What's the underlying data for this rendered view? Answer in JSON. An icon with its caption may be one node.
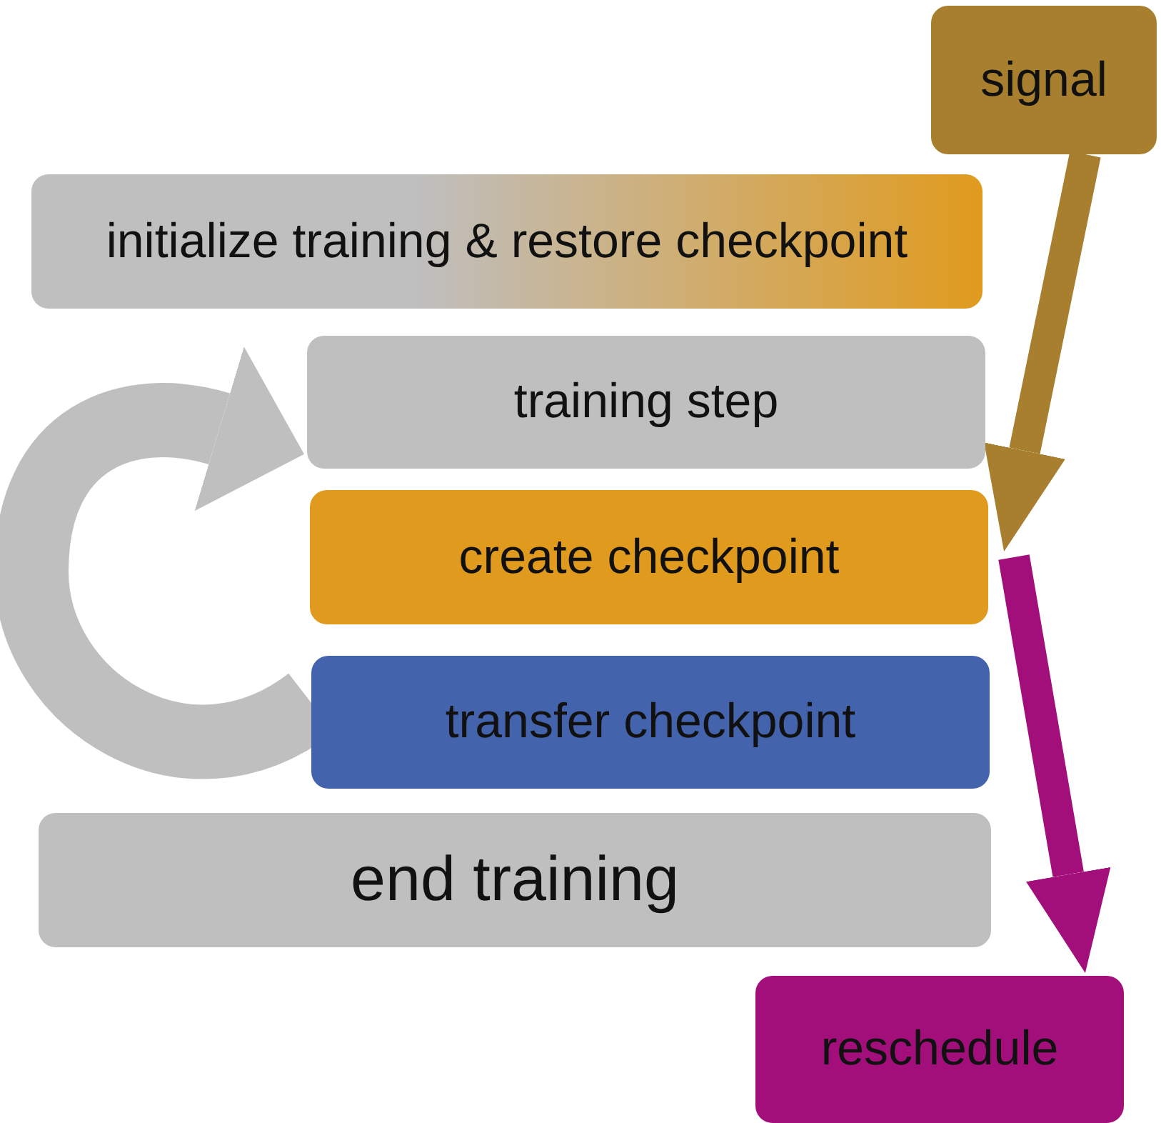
{
  "diagram": {
    "nodes": [
      {
        "text": [
          "signal"
        ]
      },
      {
        "text": [
          "initialize training & restore checkpoint"
        ]
      },
      {
        "text": [
          "training step"
        ]
      },
      {
        "text": [
          "create checkpoint"
        ]
      },
      {
        "text": [
          "transfer checkpoint"
        ]
      },
      {
        "text": [
          "end training"
        ]
      },
      {
        "text": [
          "reschedule"
        ]
      }
    ],
    "edges": [
      {
        "from": 0,
        "to": 3,
        "arrow": "to",
        "color": "#a77f2e"
      },
      {
        "from": 3,
        "to": 6,
        "arrow": "to",
        "color": "#a30f7a"
      },
      {
        "from": 4,
        "to": 2,
        "arrow": "to",
        "style": "thick",
        "color": "#bfbfbf"
      }
    ]
  }
}
